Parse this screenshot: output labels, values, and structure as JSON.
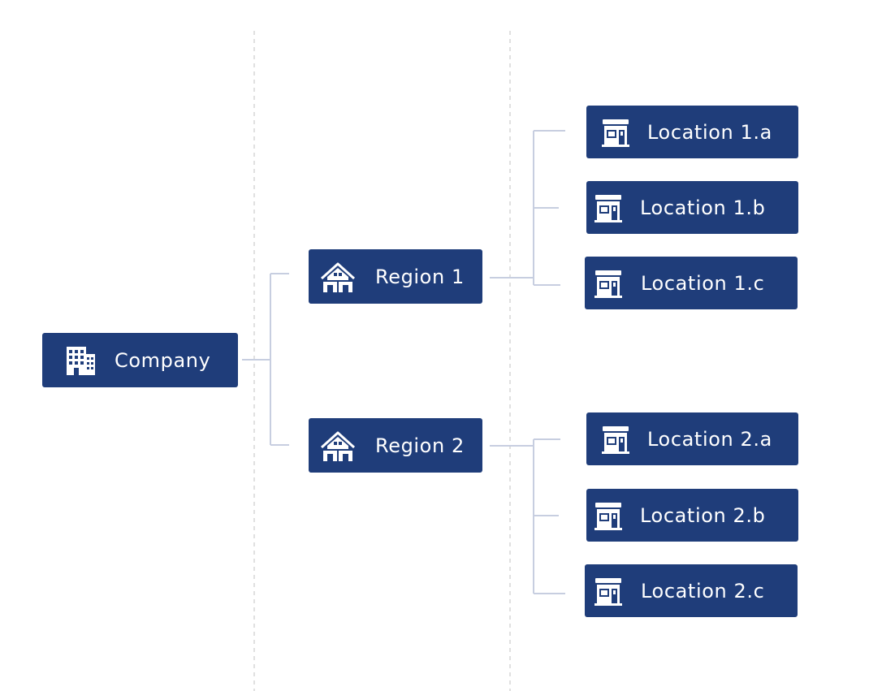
{
  "theme": {
    "node_color": "#1f3d7a",
    "connector_color": "#c7cee0",
    "divider_color": "#cfcfcf"
  },
  "company": {
    "label": "Company",
    "icon": "office-building-icon"
  },
  "regions": [
    {
      "label": "Region 1",
      "icon": "warehouse-icon",
      "locations": [
        {
          "label": "Location 1.a",
          "icon": "storefront-icon"
        },
        {
          "label": "Location 1.b",
          "icon": "storefront-icon"
        },
        {
          "label": "Location 1.c",
          "icon": "storefront-icon"
        }
      ]
    },
    {
      "label": "Region 2",
      "icon": "warehouse-icon",
      "locations": [
        {
          "label": "Location 2.a",
          "icon": "storefront-icon"
        },
        {
          "label": "Location 2.b",
          "icon": "storefront-icon"
        },
        {
          "label": "Location 2.c",
          "icon": "storefront-icon"
        }
      ]
    }
  ]
}
